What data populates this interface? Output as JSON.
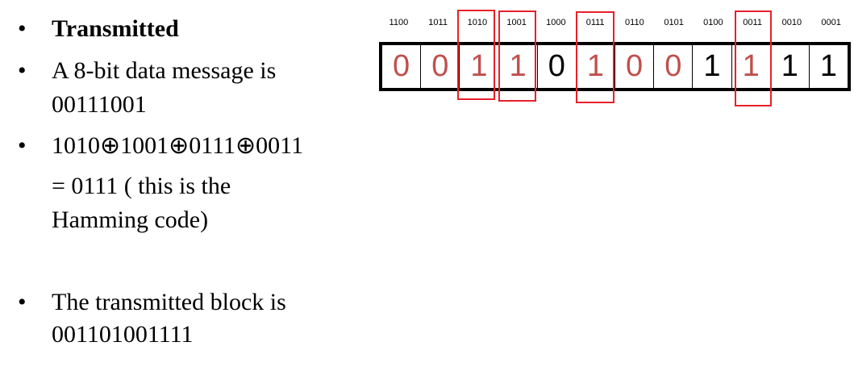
{
  "bullets": [
    {
      "lines": [
        "Transmitted"
      ],
      "bold": true
    },
    {
      "lines": [
        "A 8-bit data message is",
        "00111001"
      ]
    },
    {
      "lines": [
        "1010⊕1001⊕0111⊕0011",
        "= 0111 ( this is the",
        "Hamming code)"
      ]
    },
    {
      "lines": [
        "The transmitted block is",
        "001101001111"
      ]
    }
  ],
  "bullet_char": "•",
  "positions": [
    "1100",
    "1011",
    "1010",
    "1001",
    "1000",
    "0111",
    "0110",
    "0101",
    "0100",
    "0011",
    "0010",
    "0001"
  ],
  "bits": [
    "0",
    "0",
    "1",
    "1",
    "0",
    "1",
    "0",
    "0",
    "1",
    "1",
    "1",
    "1"
  ],
  "bit_colors": [
    "red",
    "red",
    "red",
    "red",
    "black",
    "red",
    "red",
    "red",
    "black",
    "red",
    "black",
    "black"
  ],
  "highlighted_positions": [
    "1010",
    "1001",
    "0111",
    "0011"
  ],
  "colors": {
    "red": "#c0504d",
    "black": "#000000",
    "highlight": "#e8202a"
  }
}
